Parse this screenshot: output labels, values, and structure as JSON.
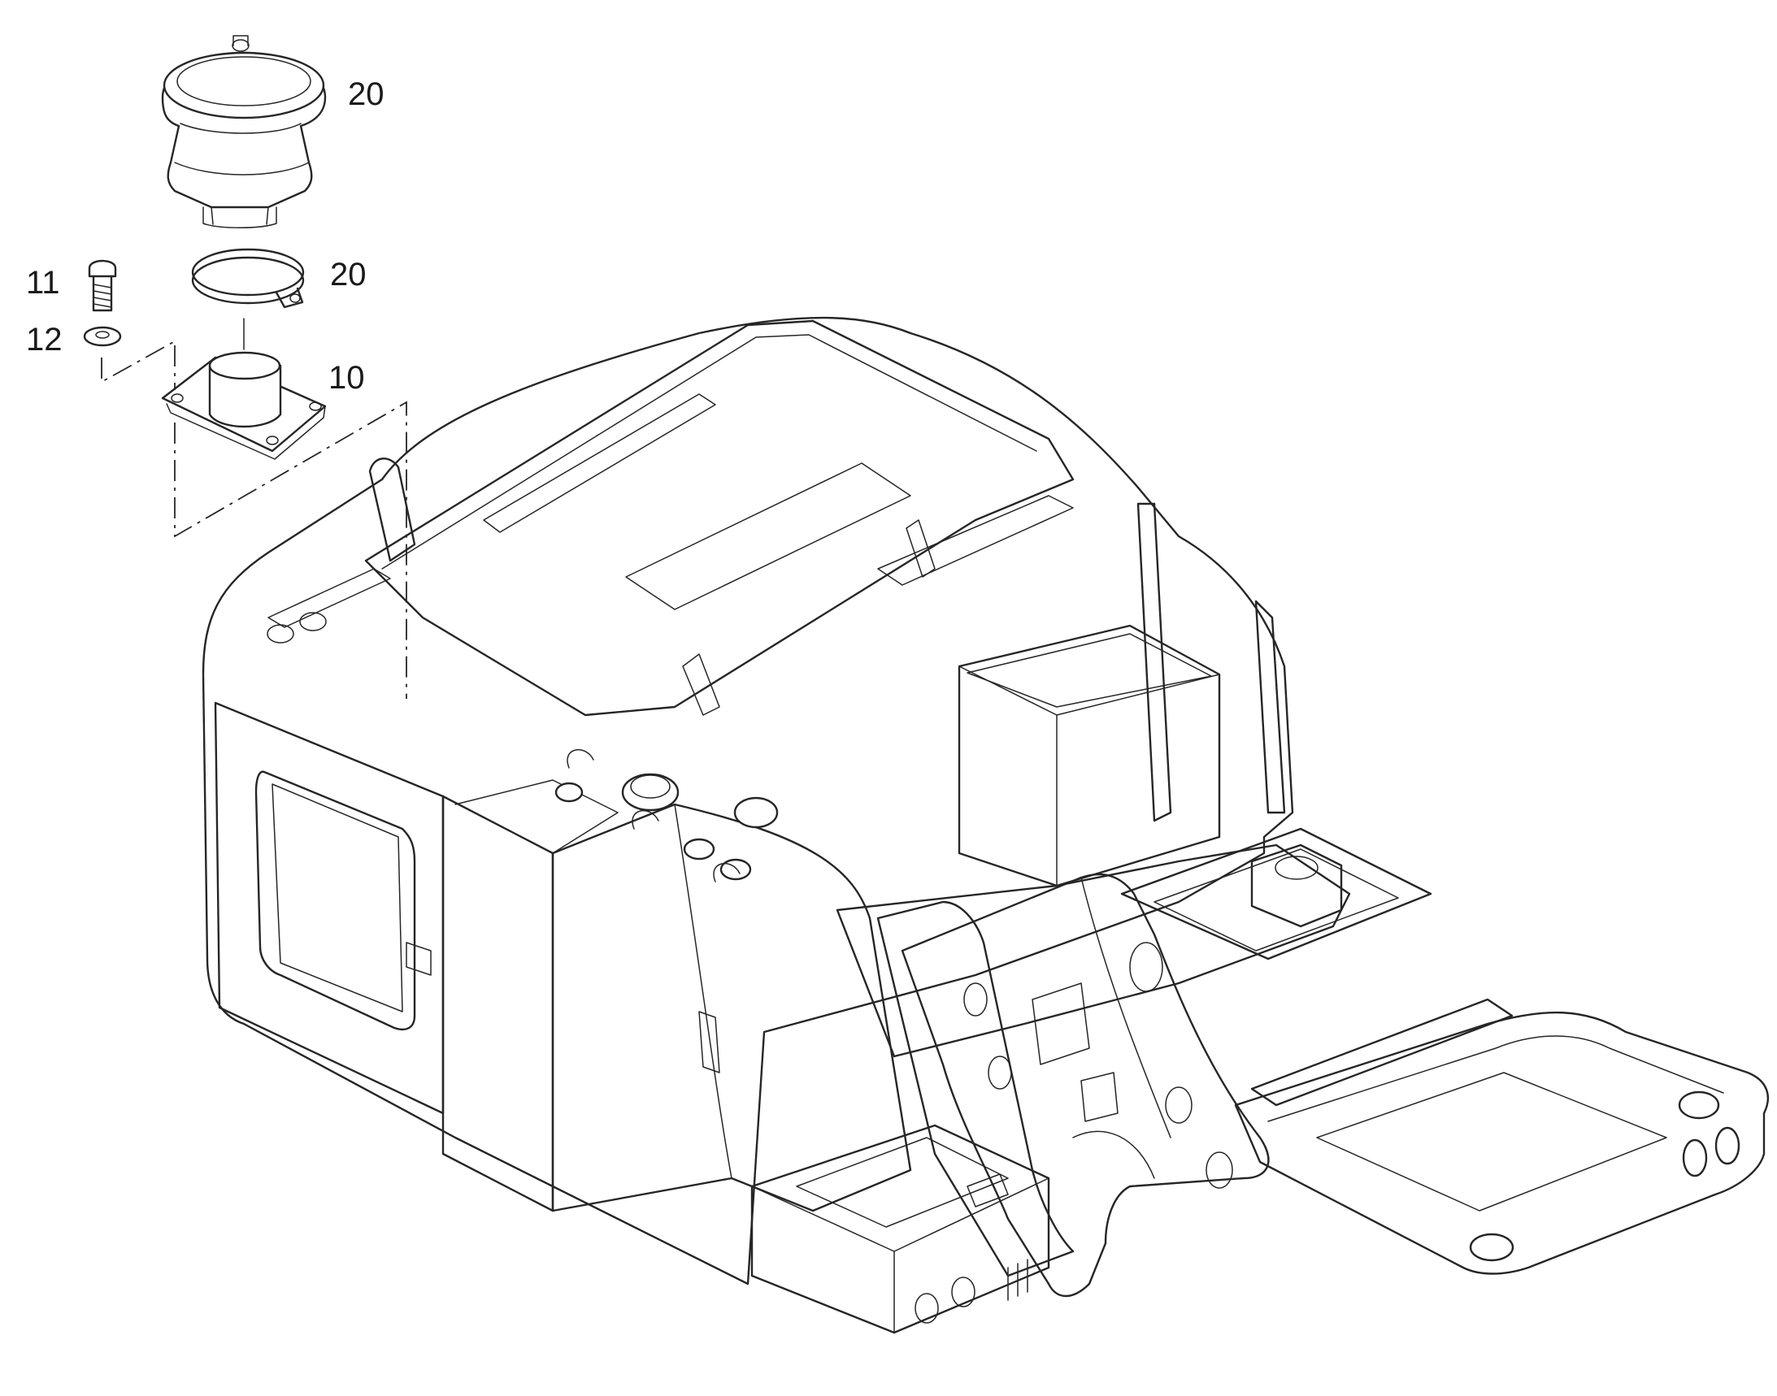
{
  "callouts": [
    {
      "id": "cap",
      "text": "20"
    },
    {
      "id": "clamp",
      "text": "20"
    },
    {
      "id": "screw",
      "text": "11"
    },
    {
      "id": "washer",
      "text": "12"
    },
    {
      "id": "adapter",
      "text": "10"
    }
  ],
  "colors": {
    "line": "#262626",
    "text": "#1a1a1a",
    "background": "#ffffff"
  }
}
